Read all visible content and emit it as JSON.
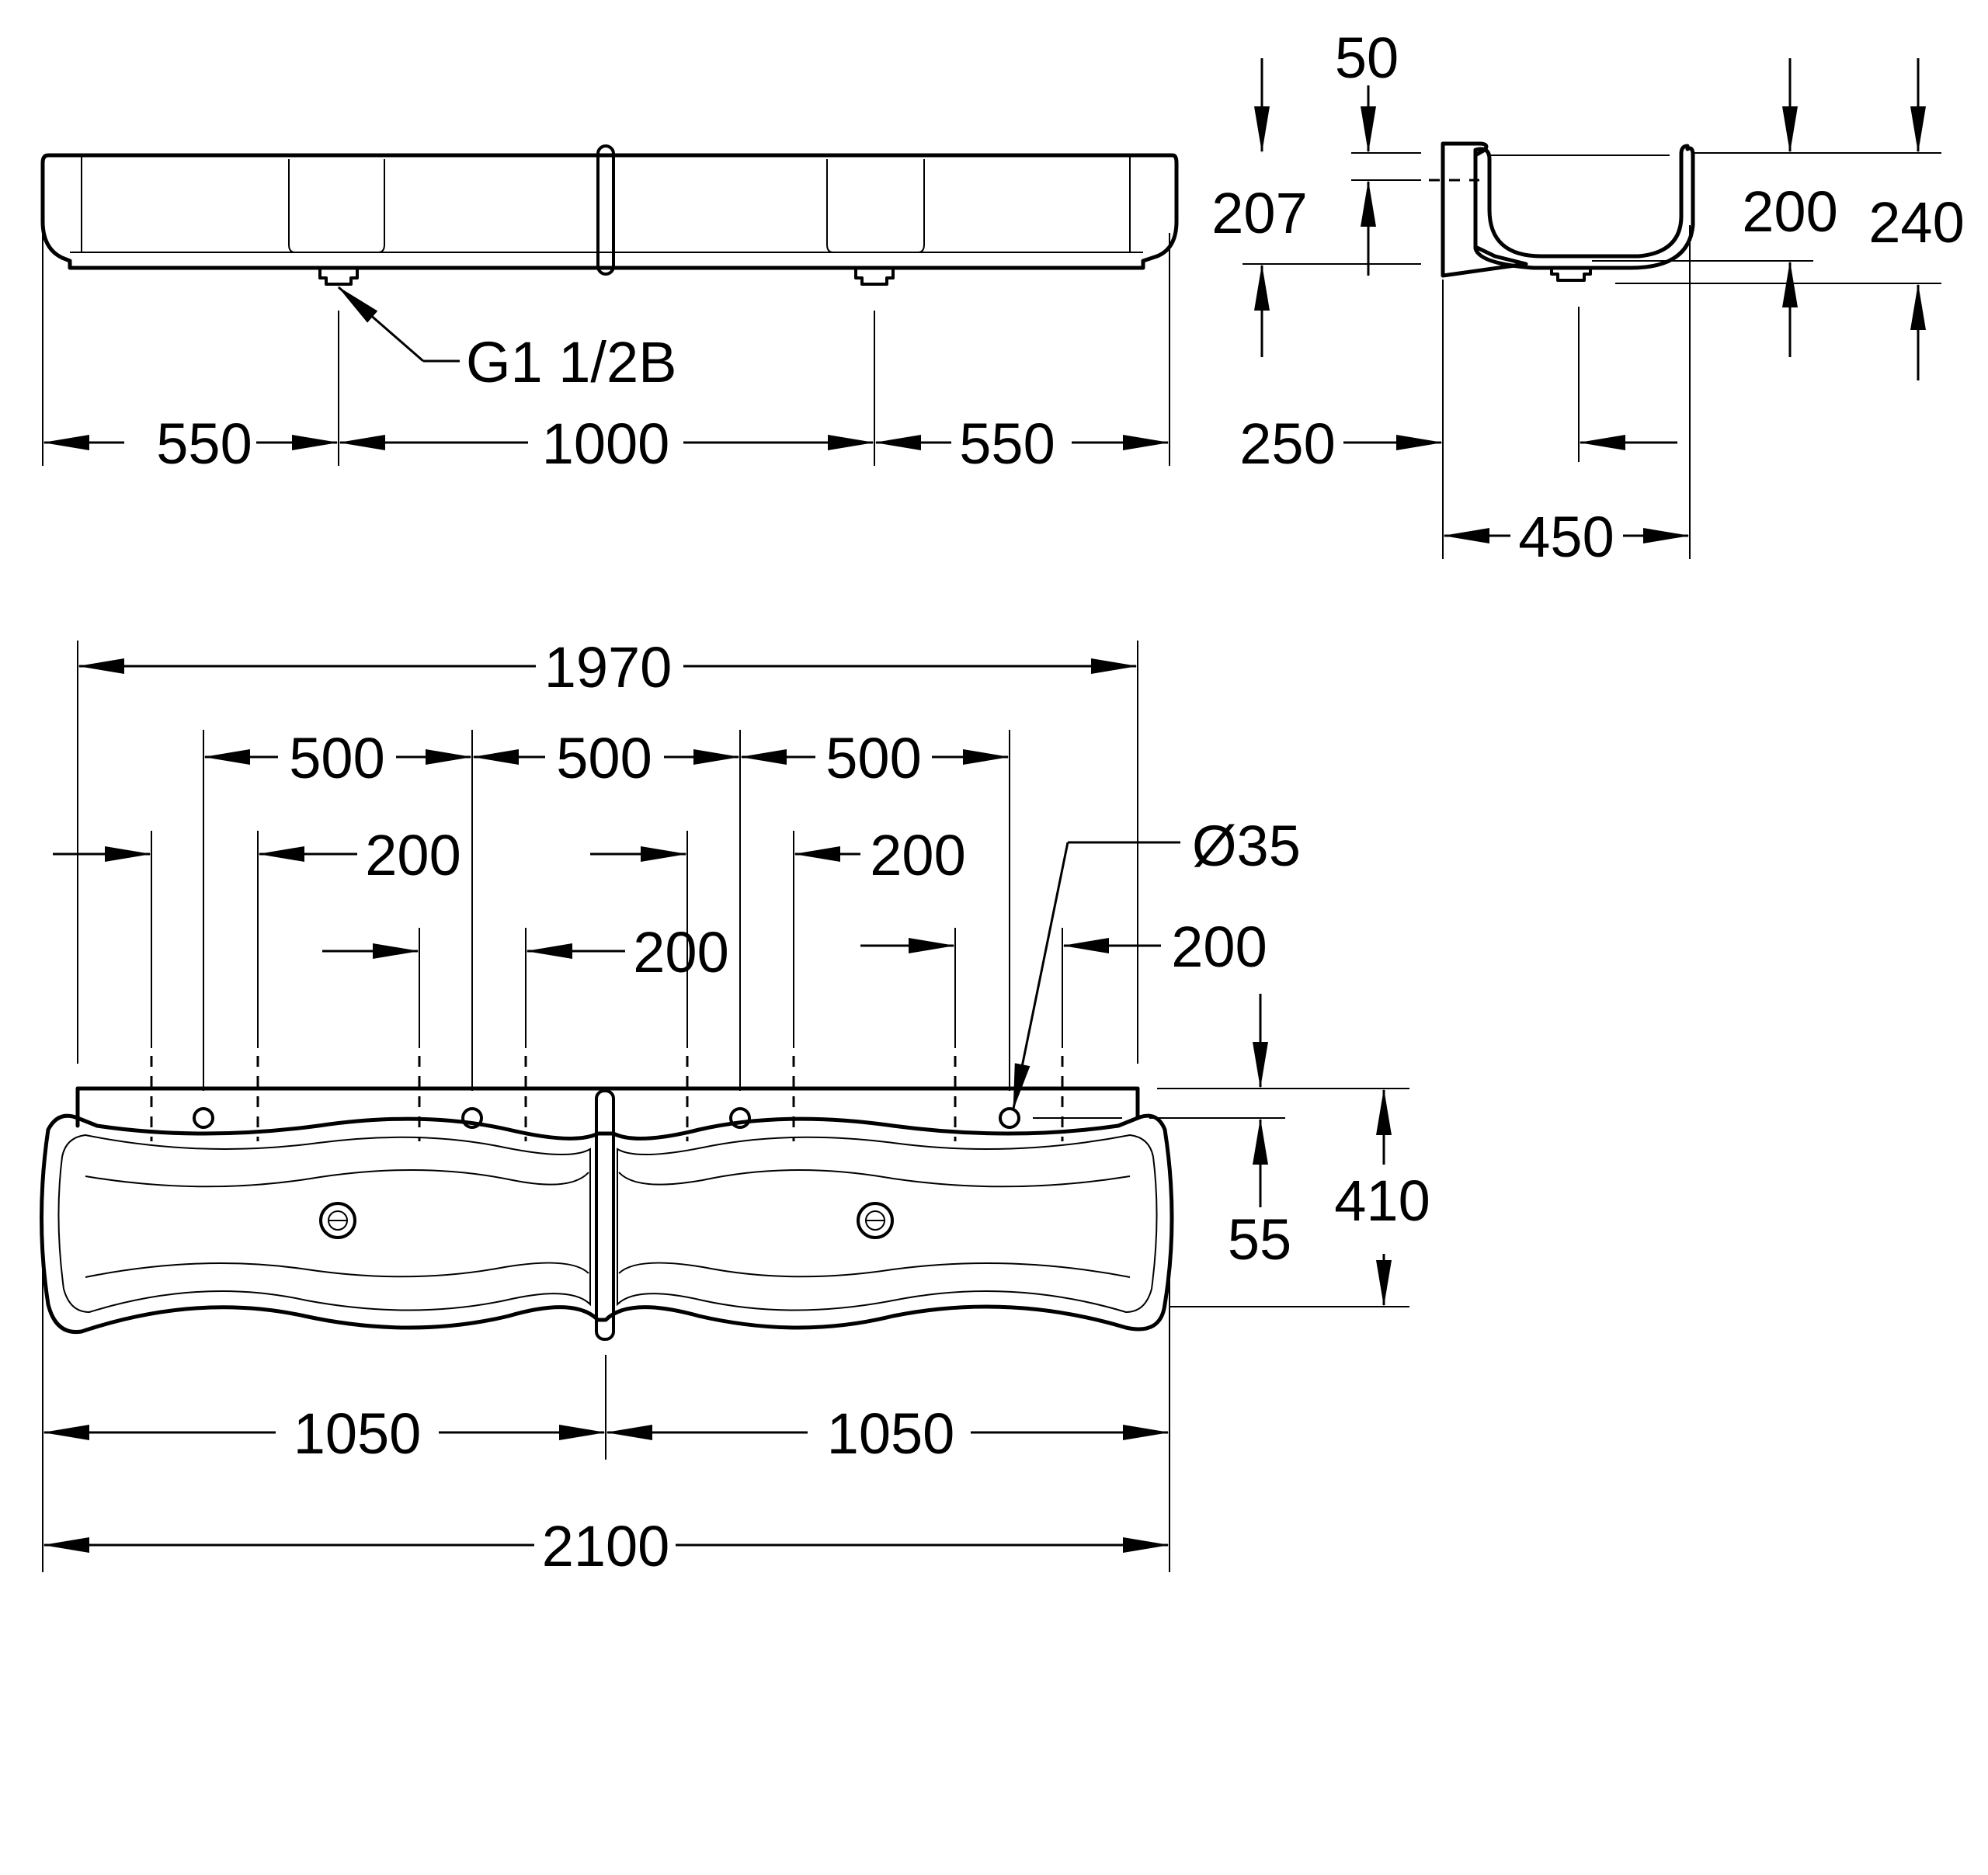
{
  "front_view": {
    "thread_label": "G1 1/2B",
    "dims": {
      "left": "550",
      "center": "1000",
      "right": "550"
    }
  },
  "side_view": {
    "dims": {
      "rim_offset": "50",
      "drain_height": "207",
      "basin_depth": "200",
      "total_height": "240",
      "wall_offset": "250",
      "depth": "450"
    }
  },
  "top_view": {
    "dims": {
      "overall_inner": "1970",
      "tap_spacing_1": "500",
      "tap_spacing_2": "500",
      "tap_spacing_3": "500",
      "hole_diameter": "Ø35",
      "spacing_200_a": "200",
      "spacing_200_b": "200",
      "spacing_200_c": "200",
      "spacing_200_d": "200",
      "hole_from_wall": "55",
      "width": "410",
      "half_left": "1050",
      "half_right": "1050",
      "overall": "2100"
    }
  }
}
